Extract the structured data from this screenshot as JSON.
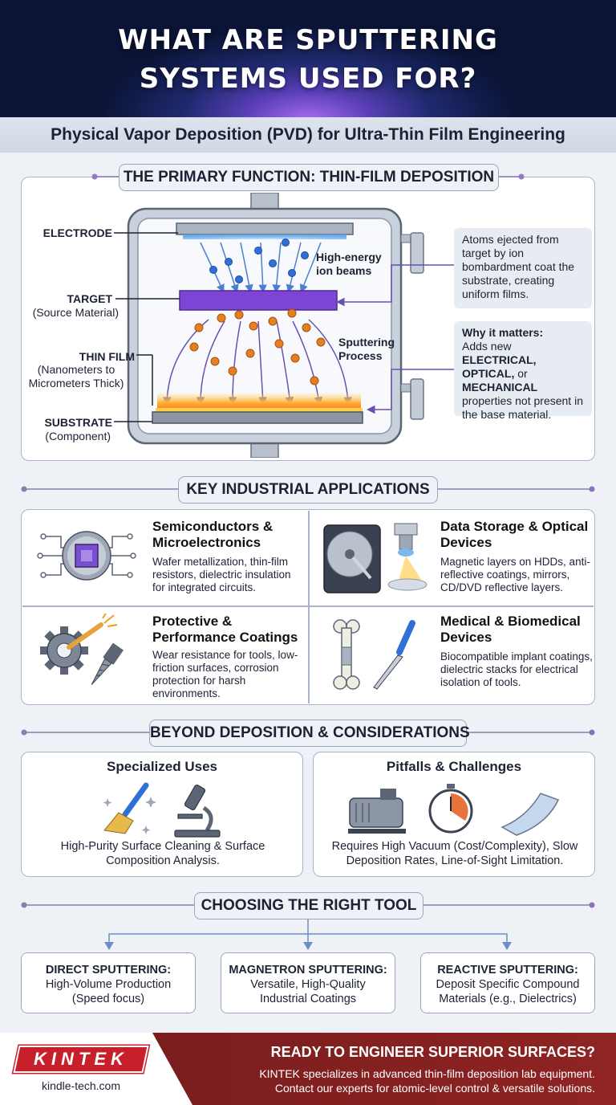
{
  "hero": {
    "title_line1": "WHAT ARE SPUTTERING",
    "title_line2": "SYSTEMS USED FOR?"
  },
  "subtitle": "Physical Vapor Deposition (PVD) for Ultra-Thin Film Engineering",
  "primary": {
    "heading": "THE PRIMARY FUNCTION: THIN-FILM DEPOSITION",
    "labels": {
      "electrode": "ELECTRODE",
      "target": "TARGET",
      "target_sub": "(Source Material)",
      "thin_film": "THIN FILM",
      "thin_film_sub1": "(Nanometers to",
      "thin_film_sub2": "Micrometers Thick)",
      "substrate": "SUBSTRATE",
      "substrate_sub": "(Component)",
      "ion_beams": "High-energy ion beams",
      "sputtering": "Sputtering Process"
    },
    "callout1": "Atoms ejected from target by ion bombardment coat the substrate, creating uniform films.",
    "callout2": {
      "lead": "Why it matters:",
      "t1": "Adds new",
      "electrical": "ELECTRICAL,",
      "optical": "OPTICAL,",
      "or": "or",
      "mechanical": "MECHANICAL",
      "t2": "properties not present in the base material."
    }
  },
  "applications": {
    "heading": "KEY INDUSTRIAL APPLICATIONS",
    "items": [
      {
        "title": "Semiconductors & Microelectronics",
        "desc": "Wafer metallization, thin-film resistors, dielectric insulation for integrated circuits."
      },
      {
        "title": "Data Storage & Optical Devices",
        "desc": "Magnetic layers on HDDs, anti-reflective coatings, mirrors, CD/DVD reflective layers."
      },
      {
        "title": "Protective & Performance Coatings",
        "desc": "Wear resistance for tools, low-friction surfaces, corrosion protection for harsh environments."
      },
      {
        "title": "Medical & Biomedical Devices",
        "desc": "Biocompatible implant coatings, dielectric stacks for electrical isolation of tools."
      }
    ]
  },
  "beyond": {
    "heading": "BEYOND DEPOSITION & CONSIDERATIONS",
    "specialized": {
      "title": "Specialized Uses",
      "desc": "High-Purity Surface Cleaning & Surface Composition Analysis."
    },
    "pitfalls": {
      "title": "Pitfalls & Challenges",
      "desc": "Requires High Vacuum (Cost/Complexity), Slow Deposition Rates, Line-of-Sight Limitation."
    }
  },
  "tools": {
    "heading": "CHOOSING THE RIGHT TOOL",
    "items": [
      {
        "name": "DIRECT SPUTTERING:",
        "desc": "High-Volume Production (Speed focus)"
      },
      {
        "name": "MAGNETRON SPUTTERING:",
        "desc": "Versatile, High-Quality Industrial Coatings"
      },
      {
        "name": "REACTIVE SPUTTERING:",
        "desc": "Deposit Specific Compound Materials (e.g., Dielectrics)"
      }
    ]
  },
  "footer": {
    "logo": "KINTEK",
    "url": "kindle-tech.com",
    "cta": "READY TO ENGINEER SUPERIOR SURFACES?",
    "line1": "KINTEK specializes in advanced thin-film deposition lab equipment.",
    "line2": "Contact our experts for atomic-level control & versatile solutions."
  }
}
